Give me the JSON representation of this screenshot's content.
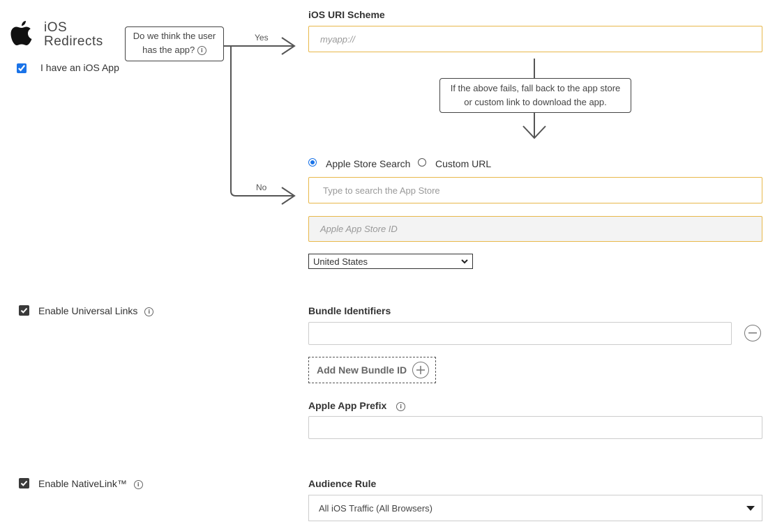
{
  "header": {
    "title_line1": "iOS",
    "title_line2": "Redirects"
  },
  "ios_app": {
    "label": "I have an iOS App",
    "checked": true
  },
  "flow": {
    "question_line1": "Do we think the user",
    "question_line2": "has the app?",
    "yes_label": "Yes",
    "no_label": "No",
    "fallback_line1": "If the above fails, fall back to the app store",
    "fallback_line2": "or custom link to download the app."
  },
  "uri_scheme": {
    "label": "iOS URI Scheme",
    "placeholder": "myapp://"
  },
  "store": {
    "option_search": "Apple Store Search",
    "option_custom": "Custom URL",
    "selected": "Apple Store Search",
    "search_placeholder": "Type to search the App Store",
    "id_placeholder": "Apple App Store ID",
    "country": "United States"
  },
  "universal_links": {
    "label": "Enable Universal Links",
    "checked": true
  },
  "bundle": {
    "label": "Bundle Identifiers",
    "value": "",
    "add_label": "Add New Bundle ID"
  },
  "prefix": {
    "label": "Apple App Prefix",
    "value": ""
  },
  "native_link": {
    "label": "Enable NativeLink™",
    "checked": true
  },
  "audience": {
    "label": "Audience Rule",
    "value": "All iOS Traffic (All Browsers)"
  },
  "colors": {
    "accent": "#1a73e8",
    "input_border": "#e8b84a"
  }
}
